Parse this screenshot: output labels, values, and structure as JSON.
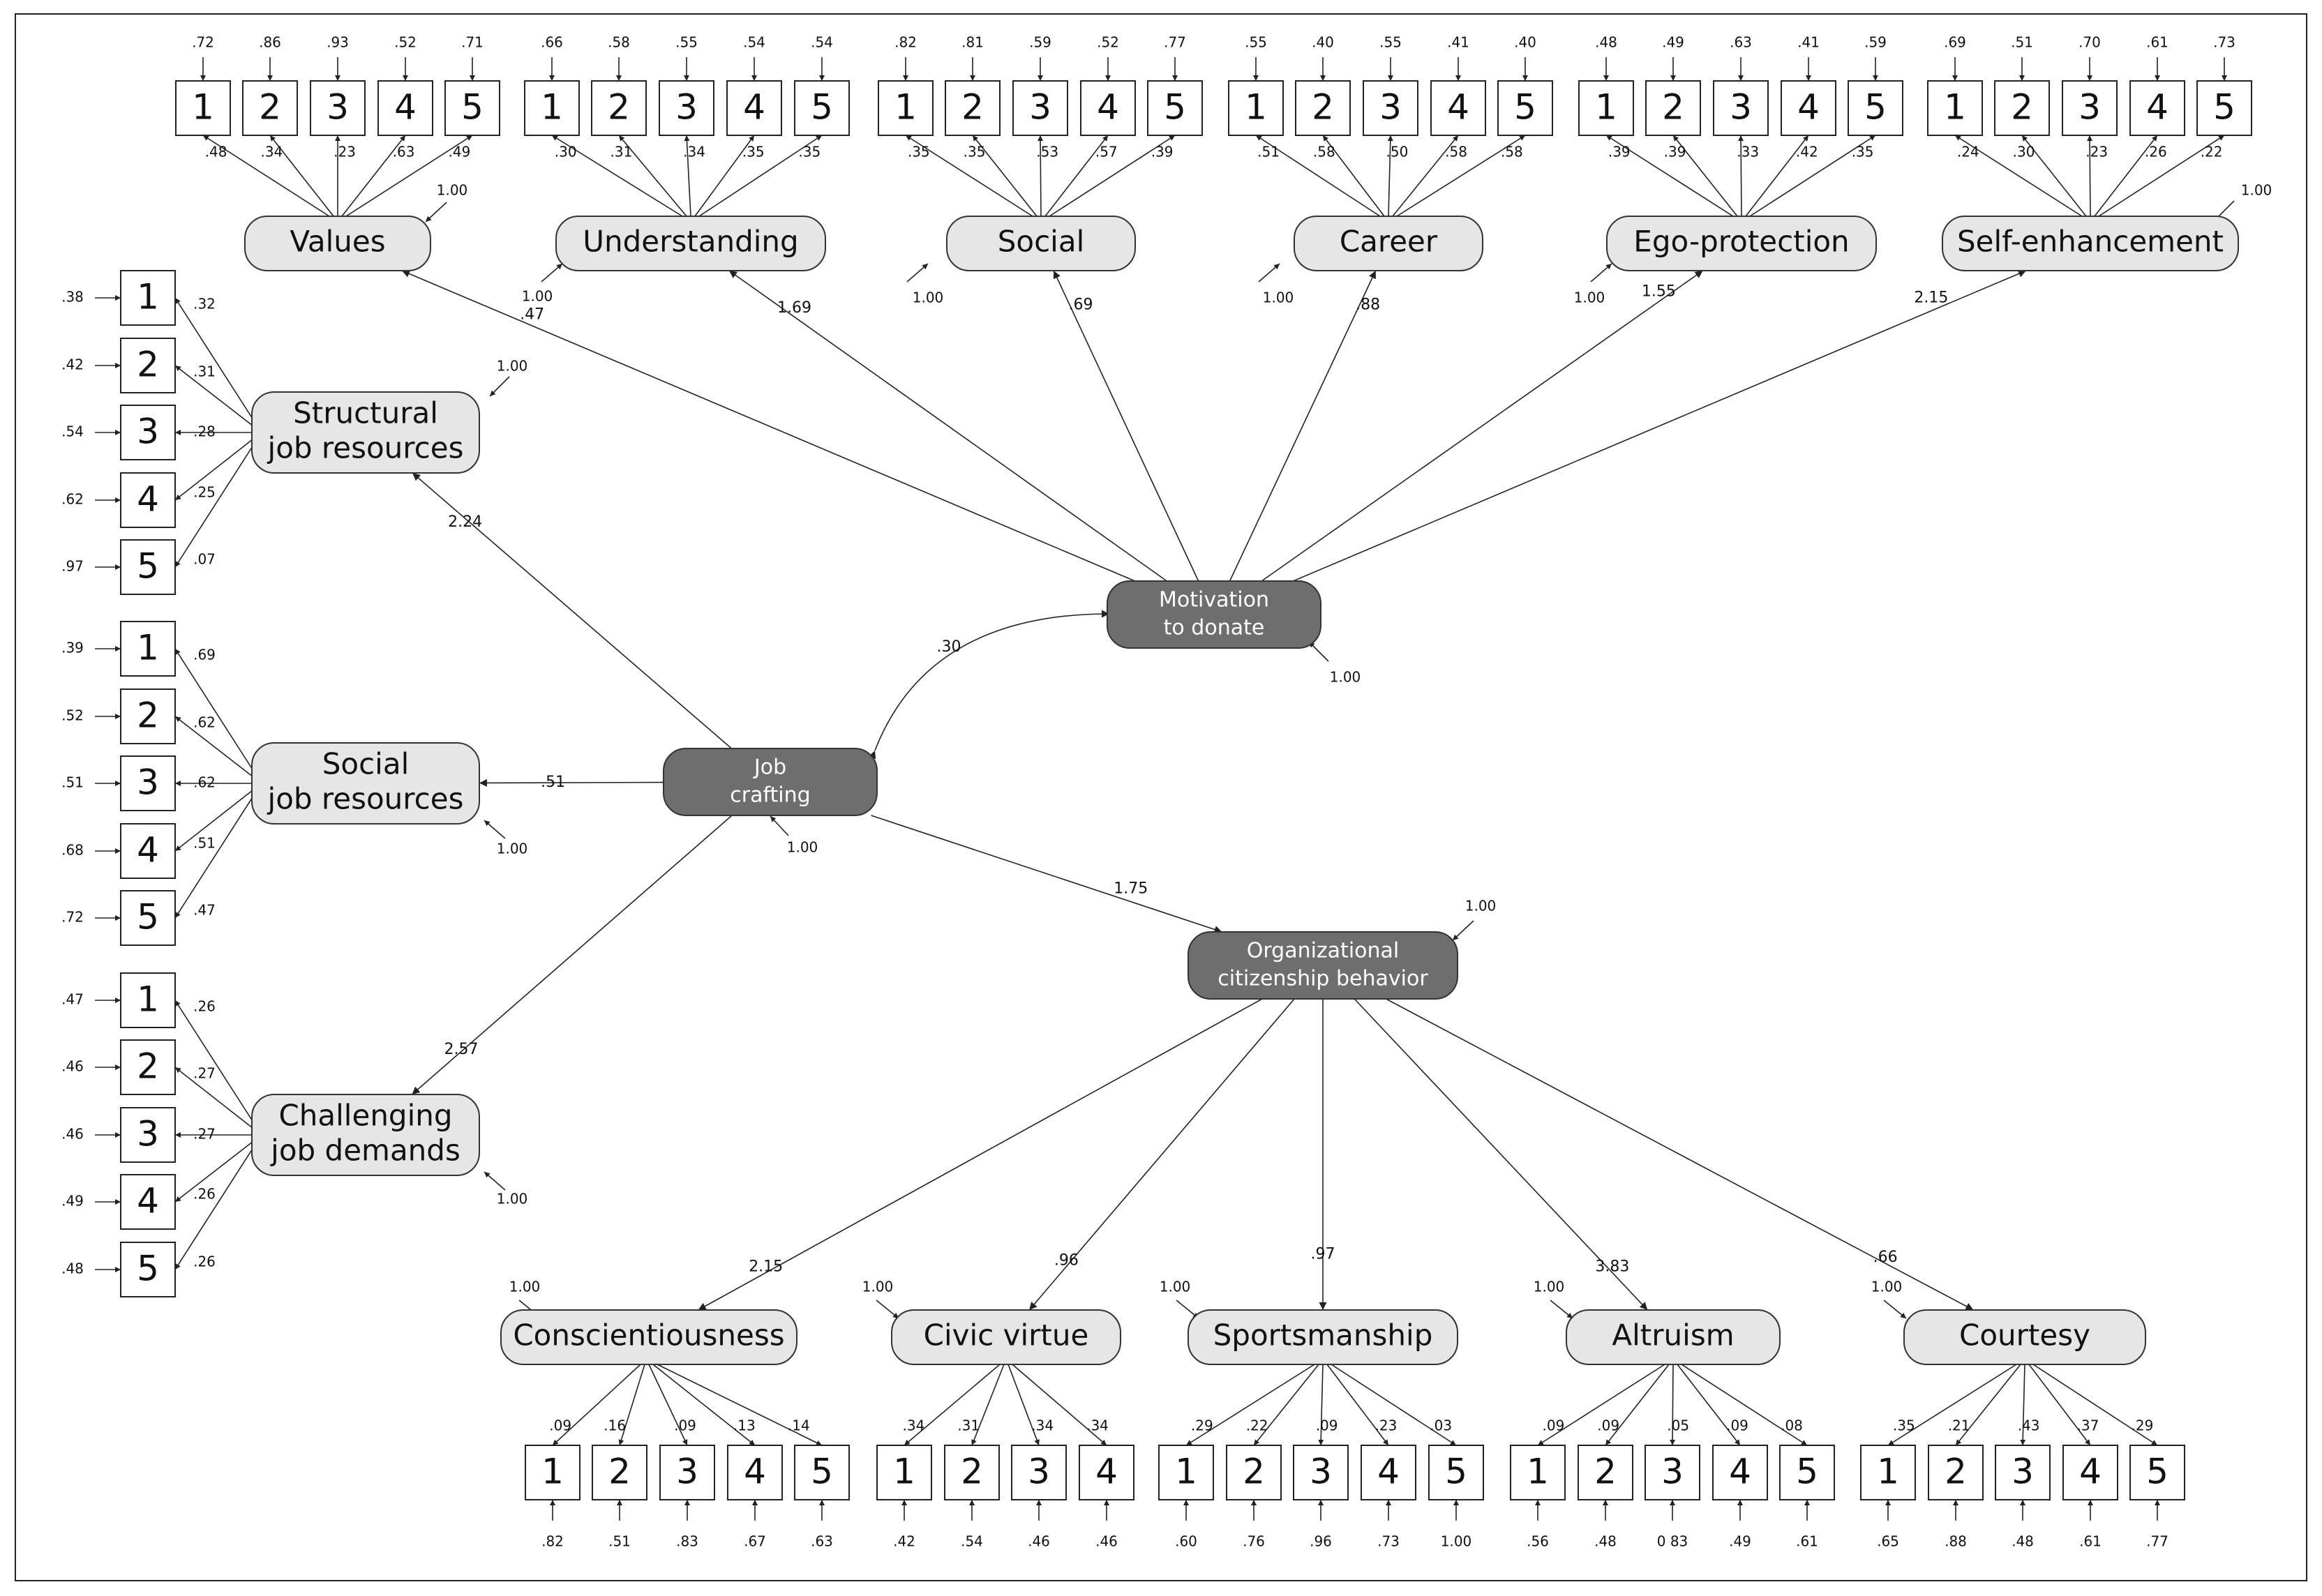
{
  "latents": {
    "values": {
      "label": "Values"
    },
    "understanding": {
      "label": "Understanding"
    },
    "social": {
      "label": "Social"
    },
    "career": {
      "label": "Career"
    },
    "ego": {
      "label": "Ego-protection"
    },
    "selfenh": {
      "label": "Self-enhancement"
    },
    "structural": {
      "label": [
        "Structural",
        "job resources"
      ]
    },
    "socialjob": {
      "label": [
        "Social",
        "job resources"
      ]
    },
    "challenging": {
      "label": [
        "Challenging",
        "job demands"
      ]
    },
    "motivation": {
      "label": [
        "Motivation",
        "to donate"
      ]
    },
    "jobcraft": {
      "label": [
        "Job",
        "crafting"
      ]
    },
    "ocb": {
      "label": [
        "Organizational",
        "citizenship behavior"
      ]
    },
    "consc": {
      "label": "Conscientiousness"
    },
    "civic": {
      "label": "Civic virtue"
    },
    "sports": {
      "label": "Sportsmanship"
    },
    "altru": {
      "label": "Altruism"
    },
    "court": {
      "label": "Courtesy"
    }
  },
  "top_groups": [
    {
      "factor": "values",
      "items": [
        "1",
        "2",
        "3",
        "4",
        "5"
      ],
      "errors": [
        ".72",
        ".86",
        ".93",
        ".52",
        ".71"
      ],
      "loadings": [
        ".48",
        ".34",
        ".23",
        ".63",
        ".49"
      ],
      "variance": "1.00"
    },
    {
      "factor": "understanding",
      "items": [
        "1",
        "2",
        "3",
        "4",
        "5"
      ],
      "errors": [
        ".66",
        ".58",
        ".55",
        ".54",
        ".54"
      ],
      "loadings": [
        ".30",
        ".31",
        ".34",
        ".35",
        ".35"
      ],
      "variance": "1.00"
    },
    {
      "factor": "social",
      "items": [
        "1",
        "2",
        "3",
        "4",
        "5"
      ],
      "errors": [
        ".82",
        ".81",
        ".59",
        ".52",
        ".77"
      ],
      "loadings": [
        ".35",
        ".35",
        ".53",
        ".57",
        ".39"
      ],
      "variance": "1.00"
    },
    {
      "factor": "career",
      "items": [
        "1",
        "2",
        "3",
        "4",
        "5"
      ],
      "errors": [
        ".55",
        ".40",
        ".55",
        ".41",
        ".40"
      ],
      "loadings": [
        ".51",
        ".58",
        ".50",
        ".58",
        ".58"
      ],
      "variance": "1.00"
    },
    {
      "factor": "ego",
      "items": [
        "1",
        "2",
        "3",
        "4",
        "5"
      ],
      "errors": [
        ".48",
        ".49",
        ".63",
        ".41",
        ".59"
      ],
      "loadings": [
        ".39",
        ".39",
        ".33",
        ".42",
        ".35"
      ],
      "variance": "1.00"
    },
    {
      "factor": "selfenh",
      "items": [
        "1",
        "2",
        "3",
        "4",
        "5"
      ],
      "errors": [
        ".69",
        ".51",
        ".70",
        ".61",
        ".73"
      ],
      "loadings": [
        ".24",
        ".30",
        ".23",
        ".26",
        ".22"
      ],
      "variance": "1.00"
    }
  ],
  "left_groups": [
    {
      "factor": "structural",
      "items": [
        "1",
        "2",
        "3",
        "4",
        "5"
      ],
      "errors": [
        ".38",
        ".42",
        ".54",
        ".62",
        ".97"
      ],
      "loadings": [
        ".32",
        ".31",
        ".28",
        ".25",
        ".07"
      ],
      "variance": "1.00"
    },
    {
      "factor": "socialjob",
      "items": [
        "1",
        "2",
        "3",
        "4",
        "5"
      ],
      "errors": [
        ".39",
        ".52",
        ".51",
        ".68",
        ".72"
      ],
      "loadings": [
        ".69",
        ".62",
        ".62",
        ".51",
        ".47"
      ],
      "variance": "1.00"
    },
    {
      "factor": "challenging",
      "items": [
        "1",
        "2",
        "3",
        "4",
        "5"
      ],
      "errors": [
        ".47",
        ".46",
        ".46",
        ".49",
        ".48"
      ],
      "loadings": [
        ".26",
        ".27",
        ".27",
        ".26",
        ".26"
      ],
      "variance": "1.00"
    }
  ],
  "bottom_groups": [
    {
      "factor": "consc",
      "items": [
        "1",
        "2",
        "3",
        "4",
        "5"
      ],
      "errors": [
        ".82",
        ".51",
        ".83",
        ".67",
        ".63"
      ],
      "loadings": [
        ".09",
        ".16",
        ".09",
        ".13",
        ".14"
      ],
      "variance": "1.00"
    },
    {
      "factor": "civic",
      "items": [
        "1",
        "2",
        "3",
        "4"
      ],
      "errors": [
        ".42",
        ".54",
        ".46",
        ".46"
      ],
      "loadings": [
        ".34",
        ".31",
        ".34",
        ".34"
      ],
      "variance": "1.00"
    },
    {
      "factor": "sports",
      "items": [
        "1",
        "2",
        "3",
        "4",
        "5"
      ],
      "errors": [
        ".60",
        ".76",
        ".96",
        ".73",
        "1.00"
      ],
      "loadings": [
        ".29",
        ".22",
        ".09",
        ".23",
        ".03"
      ],
      "variance": "1.00"
    },
    {
      "factor": "altru",
      "items": [
        "1",
        "2",
        "3",
        "4",
        "5"
      ],
      "errors": [
        ".56",
        ".48",
        "0 83",
        ".49",
        ".61"
      ],
      "loadings": [
        ".09",
        ".09",
        ".05",
        ".09",
        ".08"
      ],
      "variance": "1.00"
    },
    {
      "factor": "court",
      "items": [
        "1",
        "2",
        "3",
        "4",
        "5"
      ],
      "errors": [
        ".65",
        ".88",
        ".48",
        ".61",
        ".77"
      ],
      "loadings": [
        ".35",
        ".21",
        ".43",
        ".37",
        ".29"
      ],
      "variance": "1.00"
    }
  ],
  "structural_paths": {
    "motivation_to_values": ".47",
    "motivation_to_understanding": "1.69",
    "motivation_to_social": ".69",
    "motivation_to_career": ".88",
    "motivation_to_ego": "1.55",
    "motivation_to_selfenh": "2.15",
    "jobcraft_to_structural": "2.24",
    "jobcraft_to_socialjob": ".51",
    "jobcraft_to_challenging": "2.57",
    "jobcraft_motivation_cov": ".30",
    "jobcraft_to_ocb": "1.75",
    "ocb_to_consc": "2.15",
    "ocb_to_civic": ".96",
    "ocb_to_sports": ".97",
    "ocb_to_altru": "3.83",
    "ocb_to_court": ".66"
  },
  "variances": {
    "motivation": "1.00",
    "jobcraft": "1.00",
    "ocb": "1.00"
  }
}
